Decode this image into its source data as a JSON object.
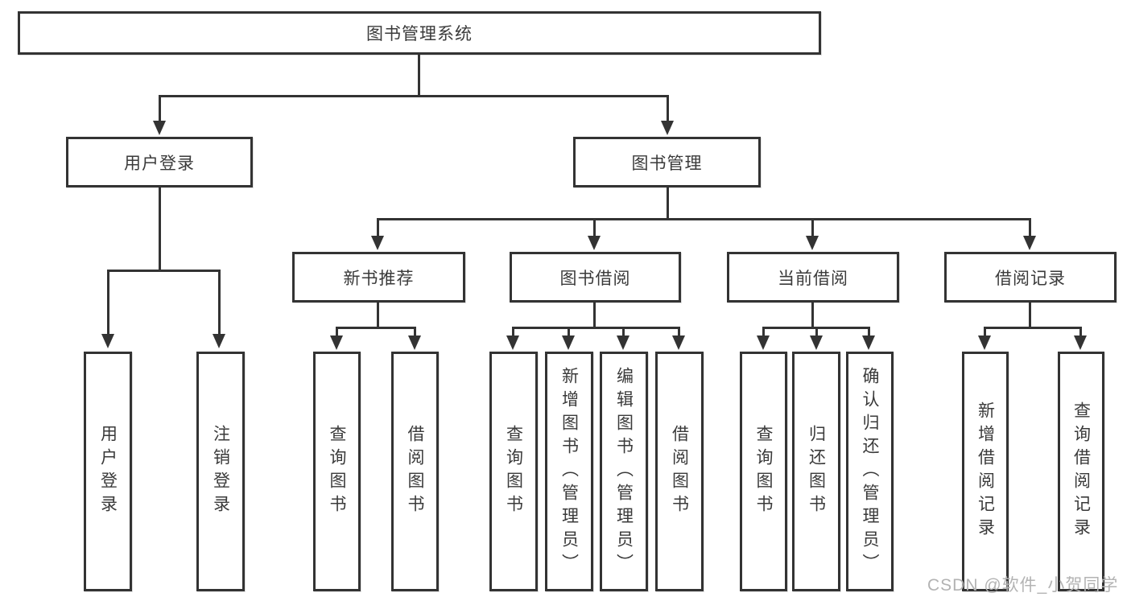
{
  "diagram": {
    "root": "图书管理系统",
    "level2": {
      "user_login": "用户登录",
      "book_mgmt": "图书管理"
    },
    "level3": {
      "new_books": "新书推荐",
      "book_borrow": "图书借阅",
      "current_borrow": "当前借阅",
      "borrow_records": "借阅记录"
    },
    "leaves": {
      "user_login": [
        "用户登录",
        "注销登录"
      ],
      "new_books": [
        "查询图书",
        "借阅图书"
      ],
      "book_borrow": [
        "查询图书",
        "新增图书（管理员）",
        "编辑图书（管理员）",
        "借阅图书"
      ],
      "current_borrow": [
        "查询图书",
        "归还图书",
        "确认归还（管理员）"
      ],
      "borrow_records": [
        "新增借阅记录",
        "查询借阅记录"
      ]
    },
    "colors": {
      "line": "#333333",
      "text": "#3a3a3a",
      "watermark": "#b3b3b3",
      "background": "#ffffff"
    }
  },
  "watermark": "CSDN @软件_小贺同学"
}
